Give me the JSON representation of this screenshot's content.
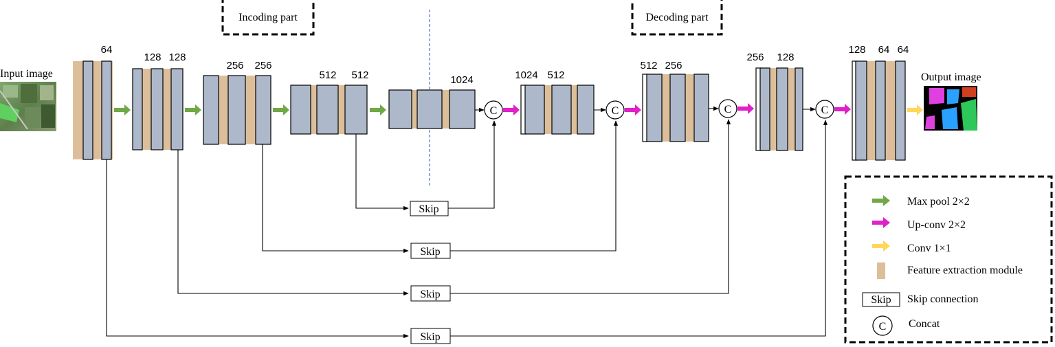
{
  "titles": {
    "encoding": "Incoding part",
    "decoding": "Decoding part"
  },
  "io": {
    "input": "Input image",
    "output": "Output image"
  },
  "channels": {
    "enc1": [
      "64"
    ],
    "enc2": [
      "128",
      "128"
    ],
    "enc3": [
      "256",
      "256"
    ],
    "enc4": [
      "512",
      "512"
    ],
    "bottleneck": [
      "1024"
    ],
    "dec4": [
      "1024",
      "512"
    ],
    "dec3": [
      "512",
      "256"
    ],
    "dec2": [
      "256",
      "128"
    ],
    "dec1": [
      "128",
      "64",
      "64"
    ]
  },
  "skip_label": "Skip",
  "concat_symbol": "C",
  "legend": {
    "maxpool": "Max pool 2×2",
    "upconv": "Up-conv 2×2",
    "conv": "Conv 1×1",
    "feature": "Feature extraction module",
    "skip": "Skip connection",
    "concat": "Concat",
    "skip_box": "Skip",
    "concat_box": "C"
  },
  "colors": {
    "block": "#adb9ca",
    "feature": "#dcbf9a",
    "maxpool_arrow": "#70a845",
    "upconv_arrow": "#e020c8",
    "conv_arrow": "#ffd75a",
    "divider": "#4472c4"
  }
}
